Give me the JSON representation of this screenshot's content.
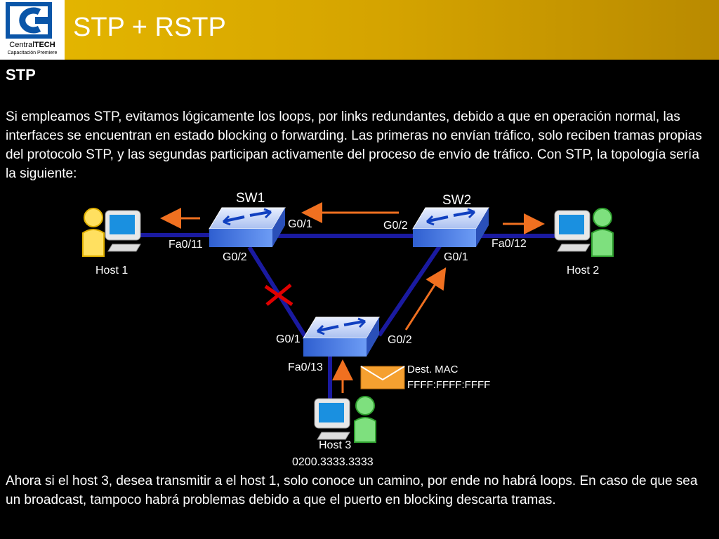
{
  "header": {
    "title": "STP + RSTP",
    "logo_text_a": "Central",
    "logo_text_b": "TECH",
    "logo_sub": "Capacitación Premiere"
  },
  "section_title": "STP",
  "paragraph1": "Si empleamos STP, evitamos lógicamente los loops, por links redundantes, debido a que en operación normal, las interfaces se encuentran en estado blocking o forwarding. Las primeras no envían tráfico, solo reciben tramas propias del protocolo STP, y las segundas participan activamente del proceso de envío de tráfico. Con STP, la topología sería la siguiente:",
  "paragraph2": "Ahora si el host 3, desea transmitir a el host 1, solo conoce un camino, por ende no habrá loops. En caso de que sea un broadcast, tampoco habrá problemas debido a que el puerto en blocking descarta tramas.",
  "diagram": {
    "sw1": "SW1",
    "sw2": "SW2",
    "sw1_fa": "Fa0/11",
    "sw1_g01": "G0/1",
    "sw1_g02": "G0/2",
    "sw2_g02": "G0/2",
    "sw2_g01": "G0/1",
    "sw2_fa": "Fa0/12",
    "sw3_g01": "G0/1",
    "sw3_g02": "G0/2",
    "sw3_fa": "Fa0/13",
    "host1": "Host 1",
    "host2": "Host 2",
    "host3": "Host 3",
    "host3_mac": "0200.3333.3333",
    "frame_line1": "Dest. MAC",
    "frame_line2": "FFFF:FFFF:FFFF",
    "colors": {
      "link": "#1a1aa0",
      "arrow": "#f07020",
      "block": "#e00000",
      "switch": "#4a7ee8",
      "envelope": "#f5a030"
    }
  }
}
